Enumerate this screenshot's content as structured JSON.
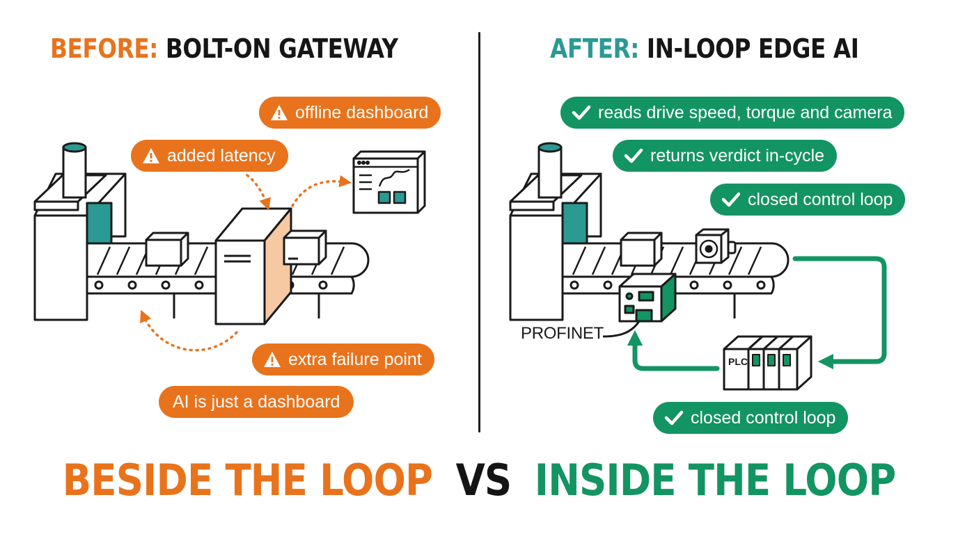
{
  "left_title": {
    "prefix": "BEFORE:",
    "main": "BOLT-ON GATEWAY"
  },
  "right_title": {
    "prefix": "AFTER:",
    "main": "IN-LOOP EDGE AI"
  },
  "left_callouts": [
    {
      "icon": "warning-icon",
      "text": "offline dashboard"
    },
    {
      "icon": "warning-icon",
      "text": "added latency"
    },
    {
      "icon": "warning-icon",
      "text": "extra failure point"
    },
    {
      "icon": "",
      "text": "AI is just a dashboard"
    }
  ],
  "right_callouts": [
    {
      "icon": "check-icon",
      "text": "reads drive speed, torque and camera"
    },
    {
      "icon": "check-icon",
      "text": "returns verdict in-cycle"
    },
    {
      "icon": "check-icon",
      "text": "closed control loop"
    },
    {
      "icon": "check-icon",
      "text": "closed control loop"
    }
  ],
  "labels": {
    "profinet": "PROFINET",
    "plc": "PLC"
  },
  "bottom_banner": {
    "left": "BESIDE THE LOOP",
    "vs": "VS",
    "right": "INSIDE THE LOOP"
  },
  "colors": {
    "orange": "#e8731c",
    "green": "#139463",
    "teal": "#2a9a93",
    "dark": "#1a1a1a",
    "light_orange": "#f6c9a2"
  }
}
